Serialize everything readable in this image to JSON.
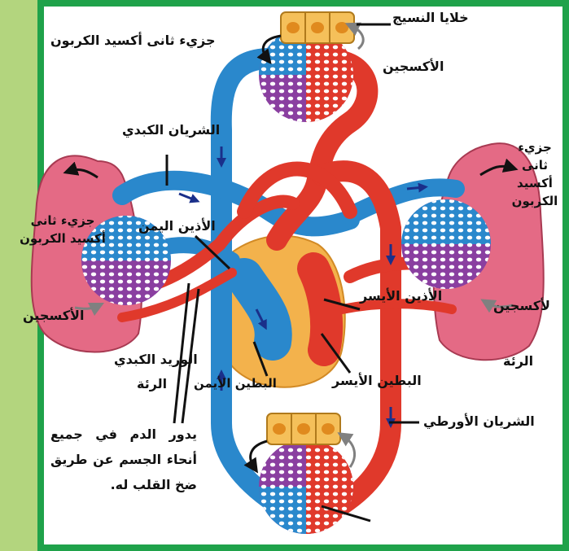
{
  "colors": {
    "frame_border": "#1fa24a",
    "side_band": "#b3d57e",
    "deoxygenated_blood": "#2a88cc",
    "oxygenated_blood": "#e0392b",
    "capillary_bed": "#8a3fa0",
    "lung": "#e46a85",
    "heart": "#f3b24c",
    "tissue_cells": "#f5c05a"
  },
  "labels": {
    "tissue_cells": "خلايا النسيج",
    "co2_top": "جزيء ثانى أكسيد الكربون",
    "oxygen_top": "الأكسجين",
    "hepatic_artery": "الشريان الكبدي",
    "co2_right": [
      "جزيء",
      "ثانى",
      "أكسيد",
      "الكربون"
    ],
    "co2_left": [
      "جزيء ثانى",
      "أكسيد الكربون"
    ],
    "right_atrium": "الأذين اليمن",
    "left_atrium": "الأذين الأيسر",
    "oxygen_left": "الأكسجين",
    "oxygen_right": "لأكسجين",
    "hepatic_vein": "الوريد الكبدي",
    "lung_left": "الرئة",
    "lung_right": "الرئة",
    "right_ventricle": "البطين الأيمن",
    "left_ventricle": "البطين الأيسر",
    "aorta": "الشريان الأورطي"
  },
  "description": "يدور الدم في جميع أنحاء الجسم عن طريق ضخ القلب له."
}
